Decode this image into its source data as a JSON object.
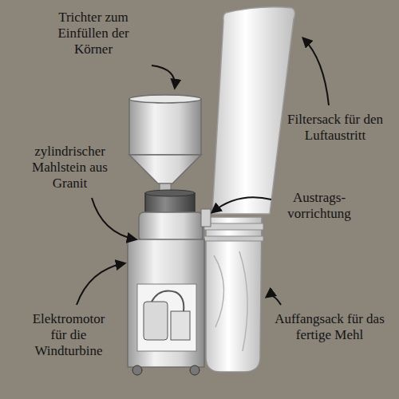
{
  "diagram": {
    "labels": [
      "Trichter zum Einfüllen der Körner",
      "Filtersack für den Luftaustritt",
      "zylindrischer Mahlstein aus Granit",
      "Austrags- vorrichtung",
      "Elektromotor für die Windturbine",
      "Auffangsack für das fertige Mehl"
    ]
  }
}
